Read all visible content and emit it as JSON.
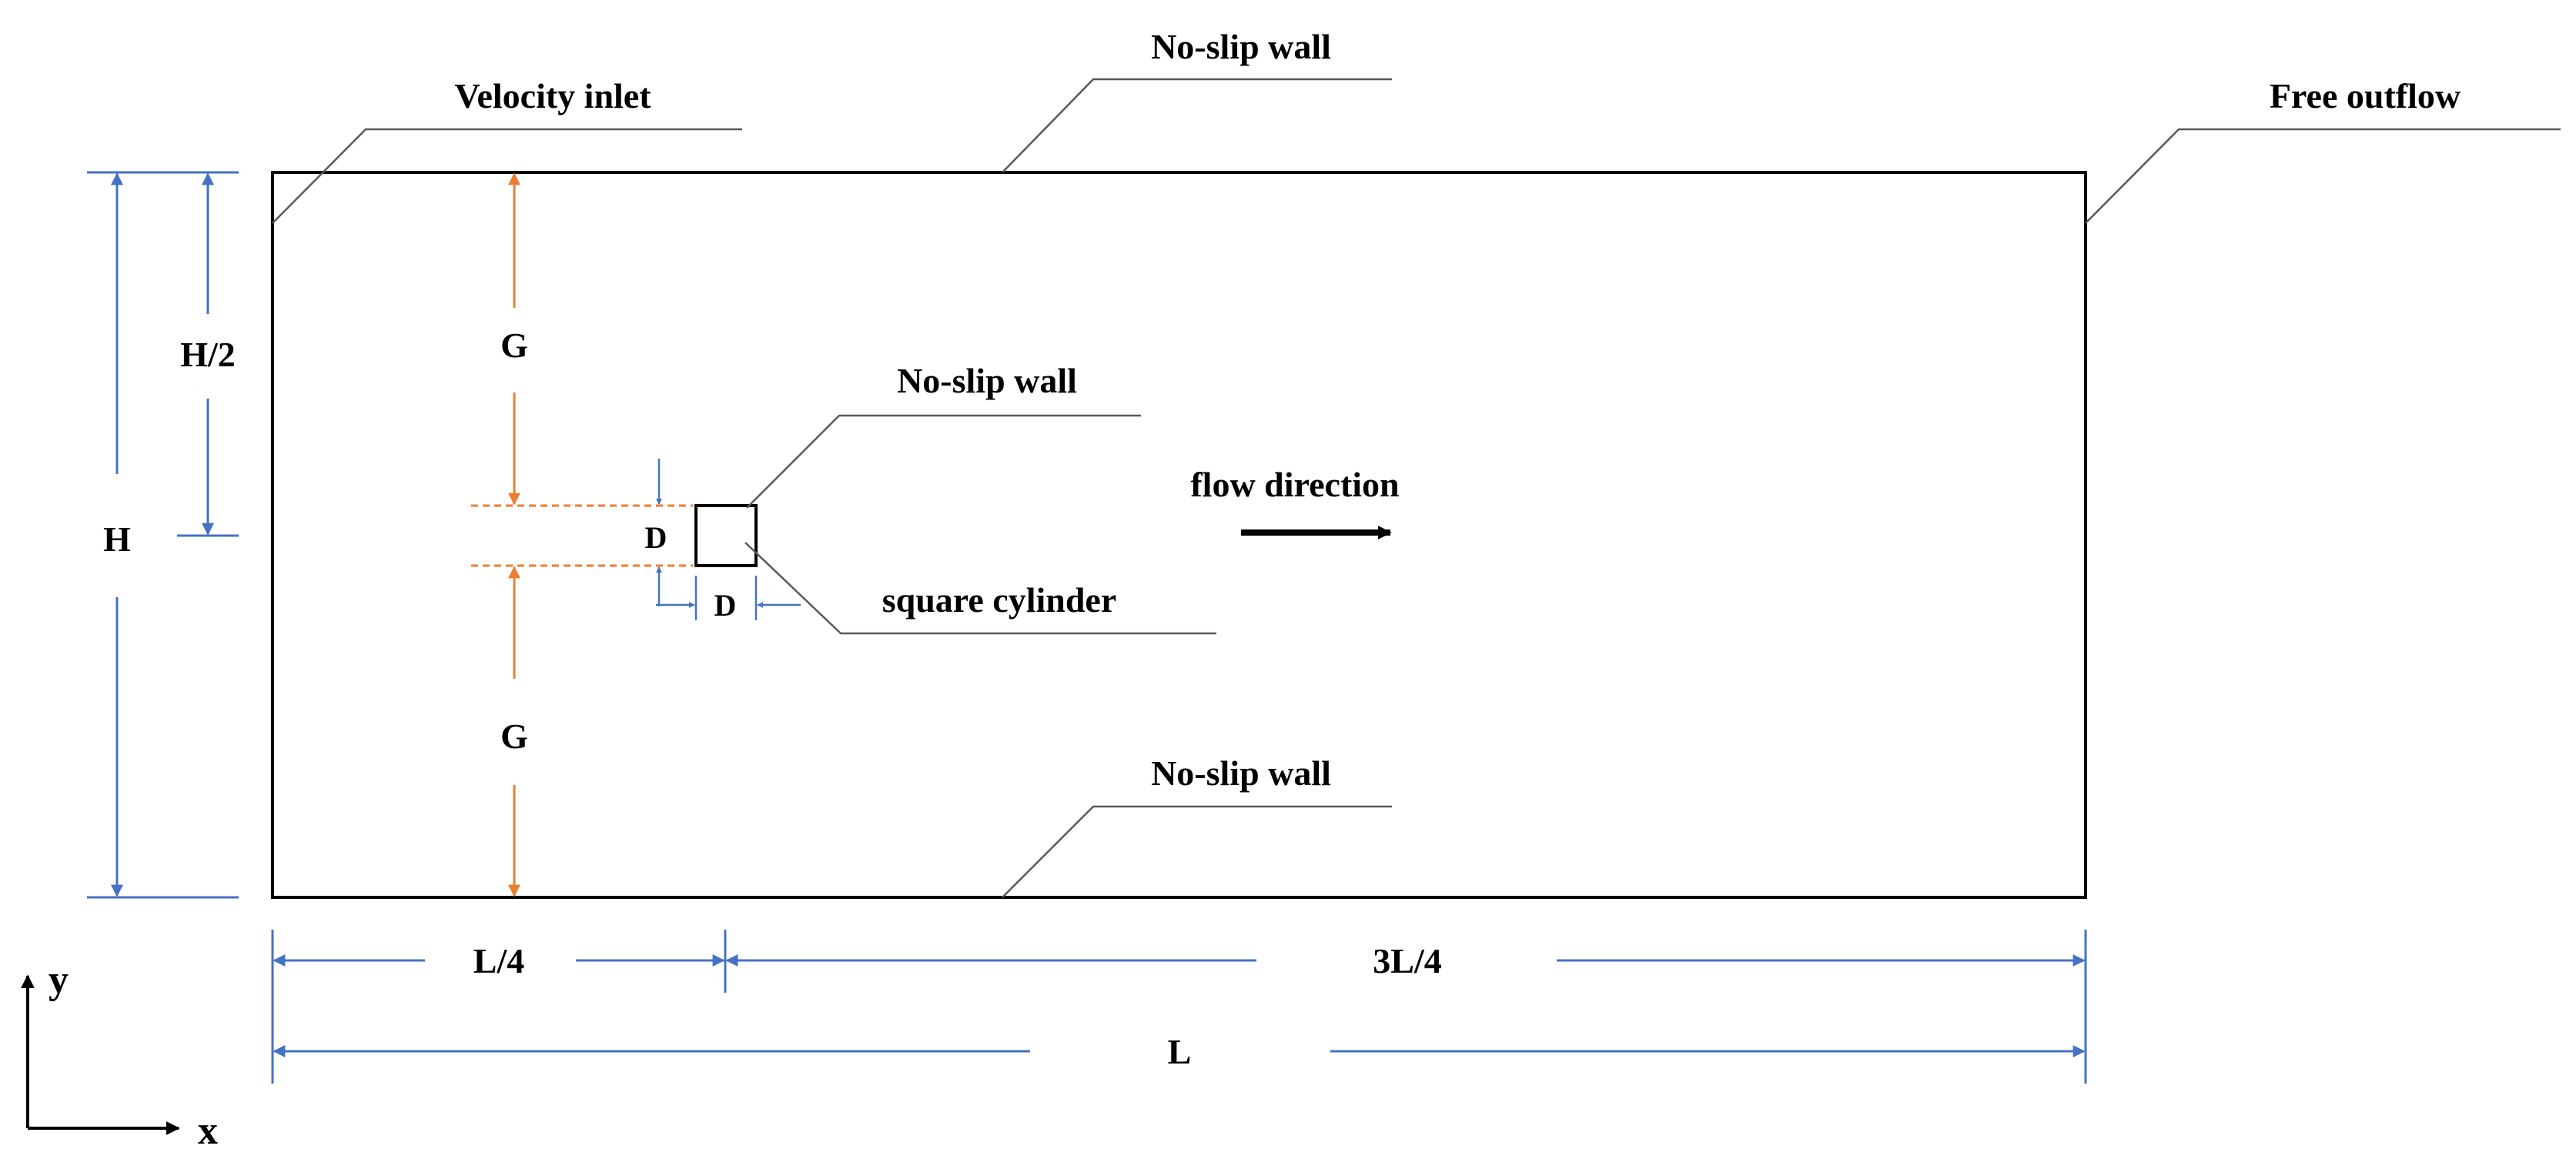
{
  "labels": {
    "velocity_inlet": "Velocity inlet",
    "no_slip_top": "No-slip wall",
    "free_outflow": "Free outflow",
    "no_slip_cylinder": "No-slip wall",
    "square_cylinder": "square cylinder",
    "no_slip_bottom": "No-slip wall",
    "flow_direction": "flow direction"
  },
  "dimensions": {
    "h_half": "H/2",
    "h": "H",
    "g_top": "G",
    "g_bottom": "G",
    "d_vertical": "D",
    "d_horizontal": "D",
    "l_quarter": "L/4",
    "l_three_quarter": "3L/4",
    "l": "L"
  },
  "axes": {
    "x": "x",
    "y": "y"
  },
  "colors": {
    "dimension_blue": "#4472C4",
    "gap_orange": "#ED7D31",
    "outline": "#000000",
    "leader": "#595959"
  }
}
